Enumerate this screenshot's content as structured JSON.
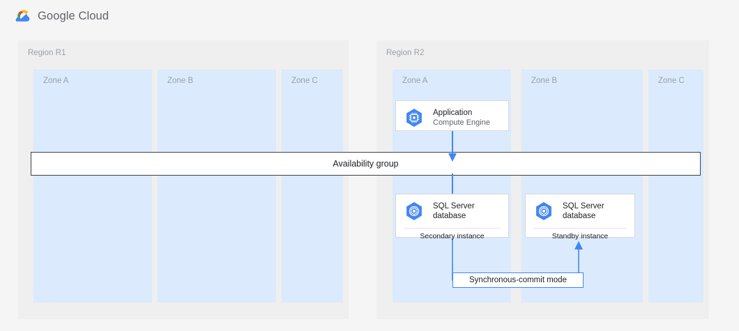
{
  "header": {
    "logo_icon": "google-cloud-logo-icon",
    "wordmark": "Google Cloud"
  },
  "colors": {
    "page_background": "#f5f5f5",
    "region_background": "#efefef",
    "zone_background": "#dbeafd",
    "card_background": "#ffffff",
    "accent_blue": "#4285f4",
    "bar_border": "#3c4043",
    "label_gray": "#9aa0a6",
    "text_dark": "#202124",
    "text_sub": "#5f6368"
  },
  "regions": [
    {
      "id": "region-r1",
      "label": "Region R1",
      "zones": [
        {
          "id": "r1-zone-a",
          "label": "Zone A"
        },
        {
          "id": "r1-zone-b",
          "label": "Zone B"
        },
        {
          "id": "r1-zone-c",
          "label": "Zone C"
        }
      ]
    },
    {
      "id": "region-r2",
      "label": "Region R2",
      "zones": [
        {
          "id": "r2-zone-a",
          "label": "Zone A"
        },
        {
          "id": "r2-zone-b",
          "label": "Zone B"
        },
        {
          "id": "r2-zone-c",
          "label": "Zone C"
        }
      ]
    }
  ],
  "availability_group": {
    "label": "Availability group"
  },
  "nodes": {
    "application": {
      "title": "Application",
      "subtitle": "Compute Engine",
      "icon": "compute-engine-icon"
    },
    "sql_secondary": {
      "title_line1": "SQL Server",
      "title_line2": "database",
      "footer": "Secondary instance",
      "icon": "sql-server-database-icon"
    },
    "sql_standby": {
      "title_line1": "SQL Server",
      "title_line2": "database",
      "footer": "Standby instance",
      "icon": "sql-server-database-icon"
    }
  },
  "connectors": {
    "sync_commit": {
      "label": "Synchronous-commit mode"
    }
  }
}
